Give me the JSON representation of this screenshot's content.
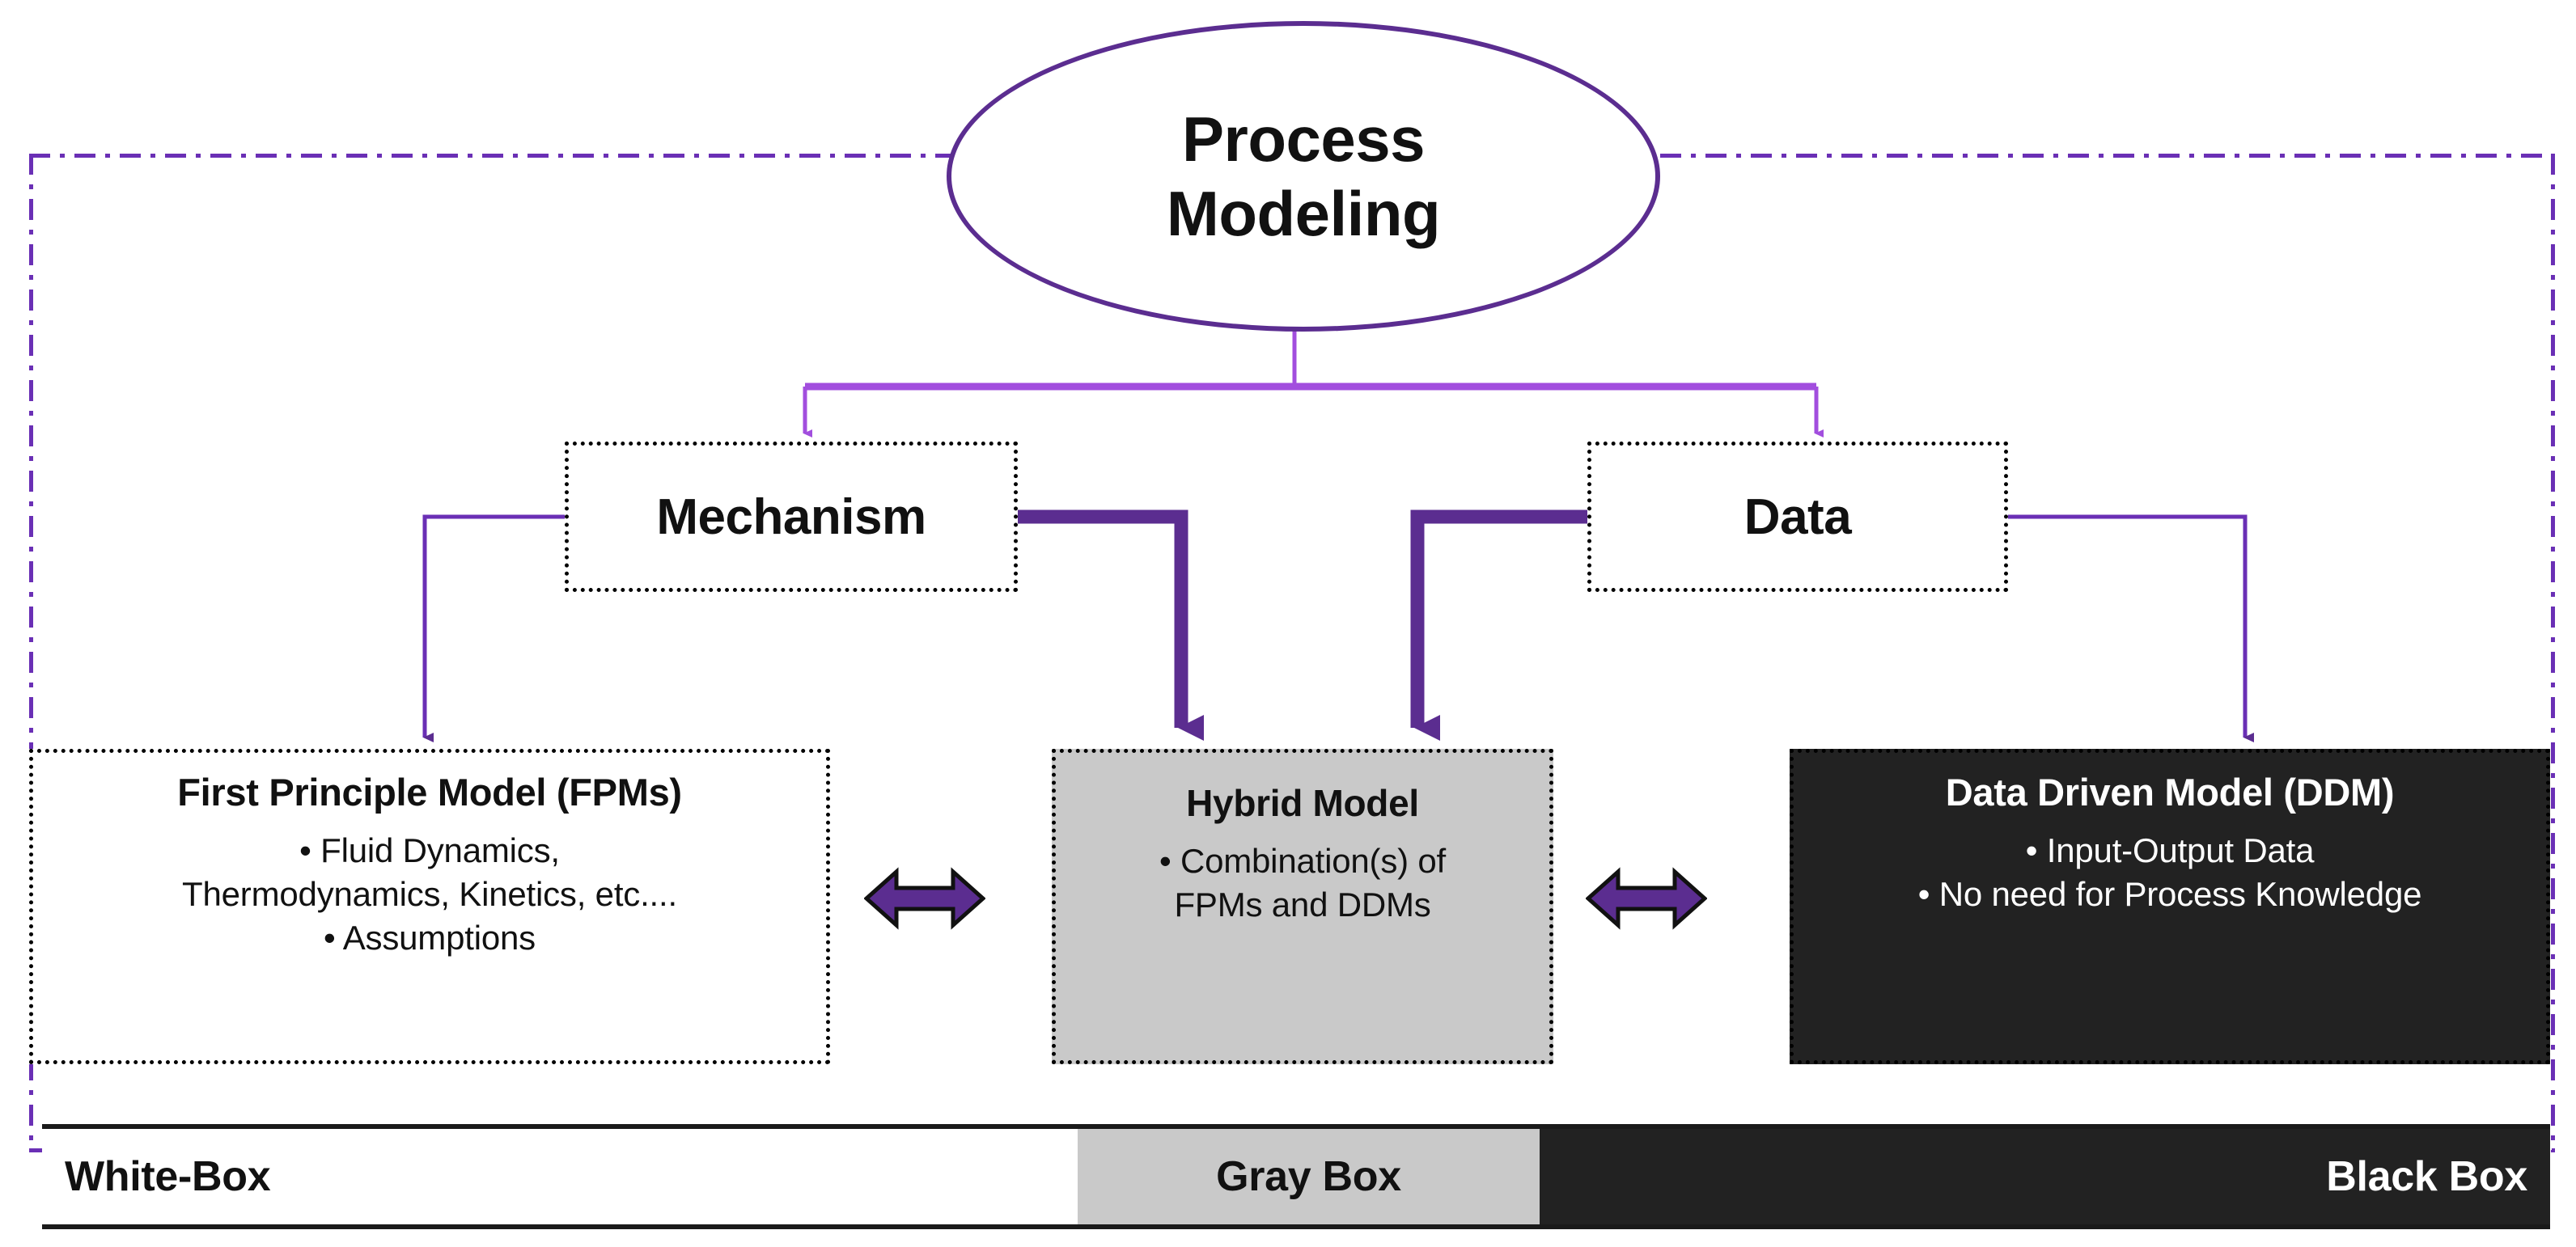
{
  "diagram": {
    "root": {
      "label": "Process\nModeling",
      "shape": "ellipse",
      "border_color": "#5b2d90"
    },
    "branches": [
      {
        "id": "mechanism",
        "label": "Mechanism"
      },
      {
        "id": "data",
        "label": "Data"
      }
    ],
    "cards": [
      {
        "id": "fpm",
        "title": "First Principle Model (FPMs)",
        "bullets": [
          "Fluid Dynamics,",
          "Thermodynamics, Kinetics, etc....",
          "Assumptions"
        ],
        "bullet_markers": [
          "•",
          "",
          "•"
        ],
        "background": "#ffffff",
        "text_color": "#111111"
      },
      {
        "id": "hybrid",
        "title": "Hybrid Model",
        "bullets": [
          "Combination(s) of",
          "FPMs and DDMs"
        ],
        "bullet_markers": [
          "•",
          ""
        ],
        "background": "#c9c9c9",
        "text_color": "#111111"
      },
      {
        "id": "ddm",
        "title": "Data Driven Model (DDM)",
        "bullets": [
          "Input-Output Data",
          "No need for Process Knowledge"
        ],
        "bullet_markers": [
          "•",
          "•"
        ],
        "background": "#222222",
        "text_color": "#ffffff"
      }
    ],
    "spectrum": [
      {
        "id": "white",
        "label": "White-Box",
        "background": "#ffffff",
        "text_color": "#111111"
      },
      {
        "id": "gray",
        "label": "Gray Box",
        "background": "#c9c9c9",
        "text_color": "#111111"
      },
      {
        "id": "black",
        "label": "Black Box",
        "background": "#222222",
        "text_color": "#ffffff"
      }
    ],
    "connectors": {
      "double_arrow_left": "bidirectional-arrow",
      "double_arrow_right": "bidirectional-arrow",
      "arrow_color_light": "#a24ede",
      "arrow_color_dark": "#5b2d90",
      "frame_color": "#6a2fb5"
    }
  }
}
